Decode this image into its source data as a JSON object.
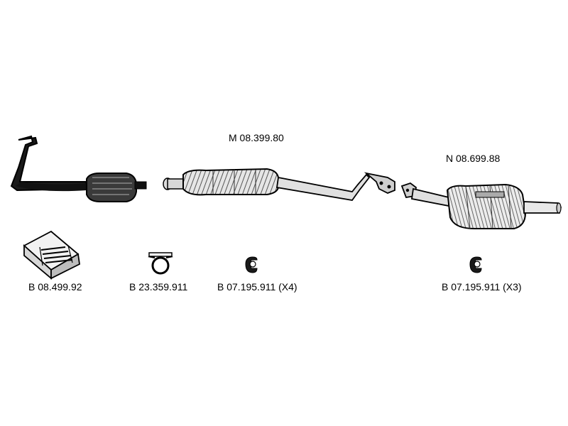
{
  "parts": {
    "middle_silencer": {
      "code": "M 08.399.80"
    },
    "rear_silencer": {
      "code": "N 08.699.88"
    },
    "mounting_kit": {
      "code": "B 08.499.92"
    },
    "clamp": {
      "code": "B 23.359.911"
    },
    "rubber_hanger_a": {
      "code": "B 07.195.911 (X4)"
    },
    "rubber_hanger_b": {
      "code": "B 07.195.911 (X3)"
    }
  },
  "colors": {
    "ink": "#000000",
    "paper": "#ffffff",
    "shade": "#5a5a5a"
  }
}
